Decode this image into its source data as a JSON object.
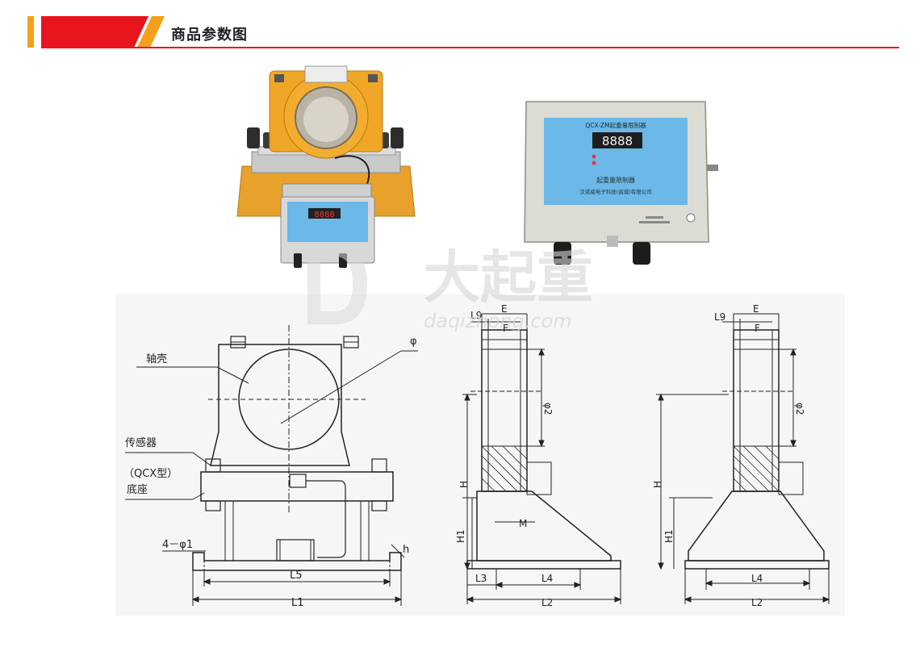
{
  "header": {
    "title": "商品参数图"
  },
  "colors": {
    "accent_red": "#e8141e",
    "accent_orange": "#f5a019",
    "box_blue": "#64b4e6"
  },
  "device_left": {
    "display": "8888"
  },
  "device_right": {
    "panel_title": "QCX-ZM起重量限制器",
    "display": "8888",
    "panel_label": "起重量限制器",
    "company": "汉诺威电子科技(盐城)有限公司"
  },
  "watermark": {
    "chars": "大起重",
    "url": "daqizhong.com"
  },
  "drawing": {
    "front": {
      "label_shaft": "轴壳",
      "label_sensor": "传感器",
      "label_model": "（QCX型）",
      "label_base": "底座",
      "label_holes": "4－φ1",
      "label_phi": "φ",
      "label_h": "h",
      "label_L5": "L5",
      "label_L1": "L1"
    },
    "side1": {
      "L9": "L9",
      "E": "E",
      "F": "F",
      "phi2": "φ2",
      "H": "H",
      "H1": "H1",
      "M": "M",
      "L3": "L3",
      "L4": "L4",
      "L2": "L2"
    },
    "side2": {
      "L9": "L9",
      "E": "E",
      "F": "F",
      "phi2": "φ2",
      "H": "H",
      "H1": "H1",
      "L4": "L4",
      "L2": "L2"
    }
  }
}
